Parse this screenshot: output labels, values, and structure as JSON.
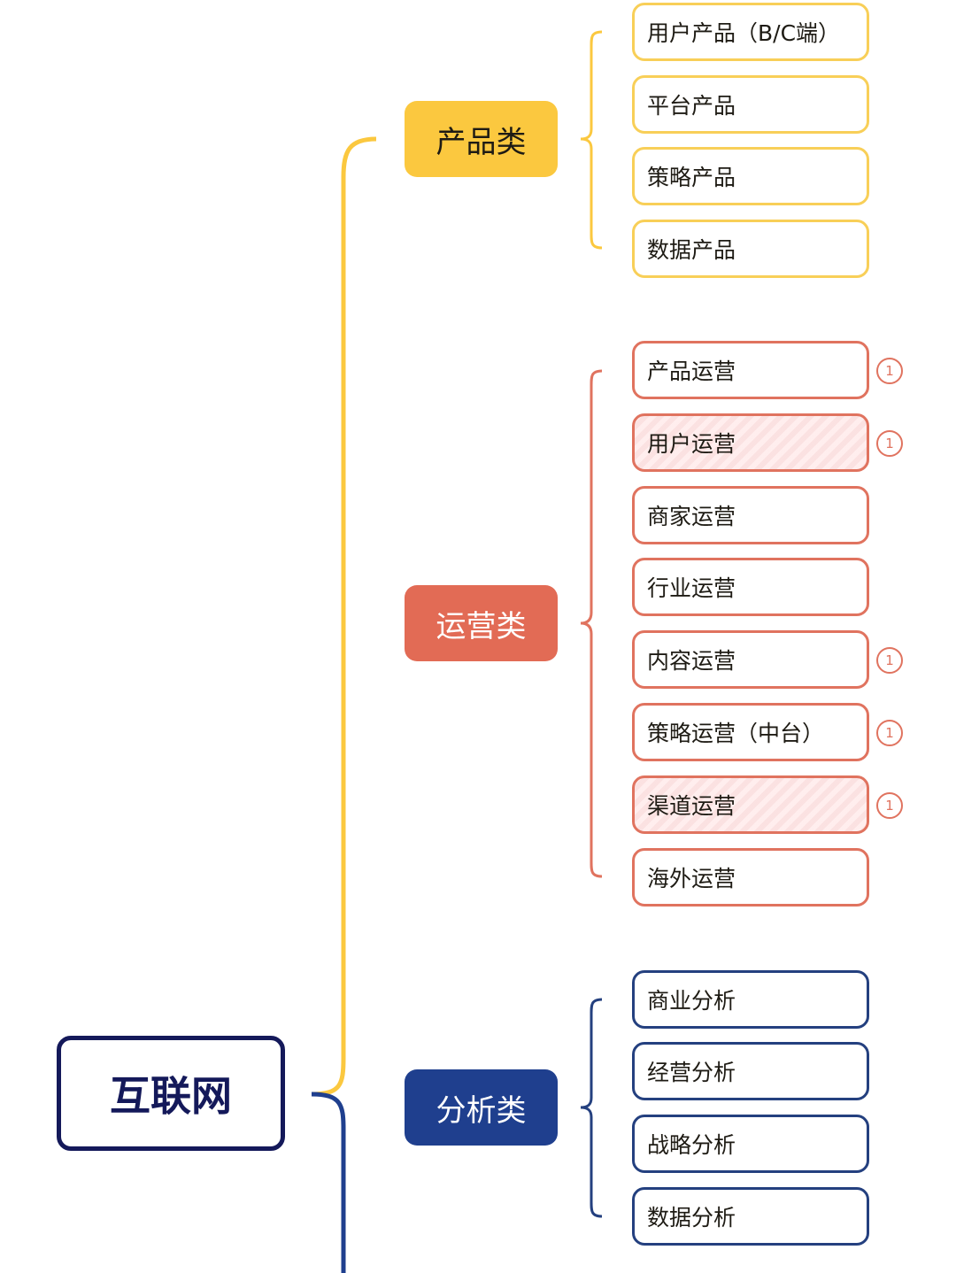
{
  "root": {
    "label": "互联网"
  },
  "colors": {
    "product": "#fbc83f",
    "operation": "#e26b55",
    "analysis": "#1f3f8e",
    "root": "#14195a"
  },
  "categories": [
    {
      "label": "产品类",
      "items": [
        {
          "label": "用户产品（B/C端）"
        },
        {
          "label": "平台产品"
        },
        {
          "label": "策略产品"
        },
        {
          "label": "数据产品"
        }
      ]
    },
    {
      "label": "运营类",
      "items": [
        {
          "label": "产品运营",
          "badge": "1"
        },
        {
          "label": "用户运营",
          "badge": "1",
          "highlighted": true
        },
        {
          "label": "商家运营"
        },
        {
          "label": "行业运营"
        },
        {
          "label": "内容运营",
          "badge": "1"
        },
        {
          "label": "策略运营（中台）",
          "badge": "1"
        },
        {
          "label": "渠道运营",
          "badge": "1",
          "highlighted": true
        },
        {
          "label": "海外运营"
        }
      ]
    },
    {
      "label": "分析类",
      "items": [
        {
          "label": "商业分析"
        },
        {
          "label": "经营分析"
        },
        {
          "label": "战略分析"
        },
        {
          "label": "数据分析"
        }
      ]
    }
  ]
}
